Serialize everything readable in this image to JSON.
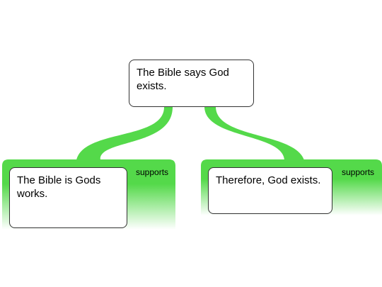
{
  "colors": {
    "support_green": "#54d94a",
    "node_border": "#333333",
    "node_fill": "#ffffff"
  },
  "root": {
    "text": "The Bible says God exists."
  },
  "reasons": [
    {
      "premise": "The Bible is Gods works.",
      "relation": "supports"
    },
    {
      "premise": "Therefore, God exists.",
      "relation": "supports"
    }
  ]
}
